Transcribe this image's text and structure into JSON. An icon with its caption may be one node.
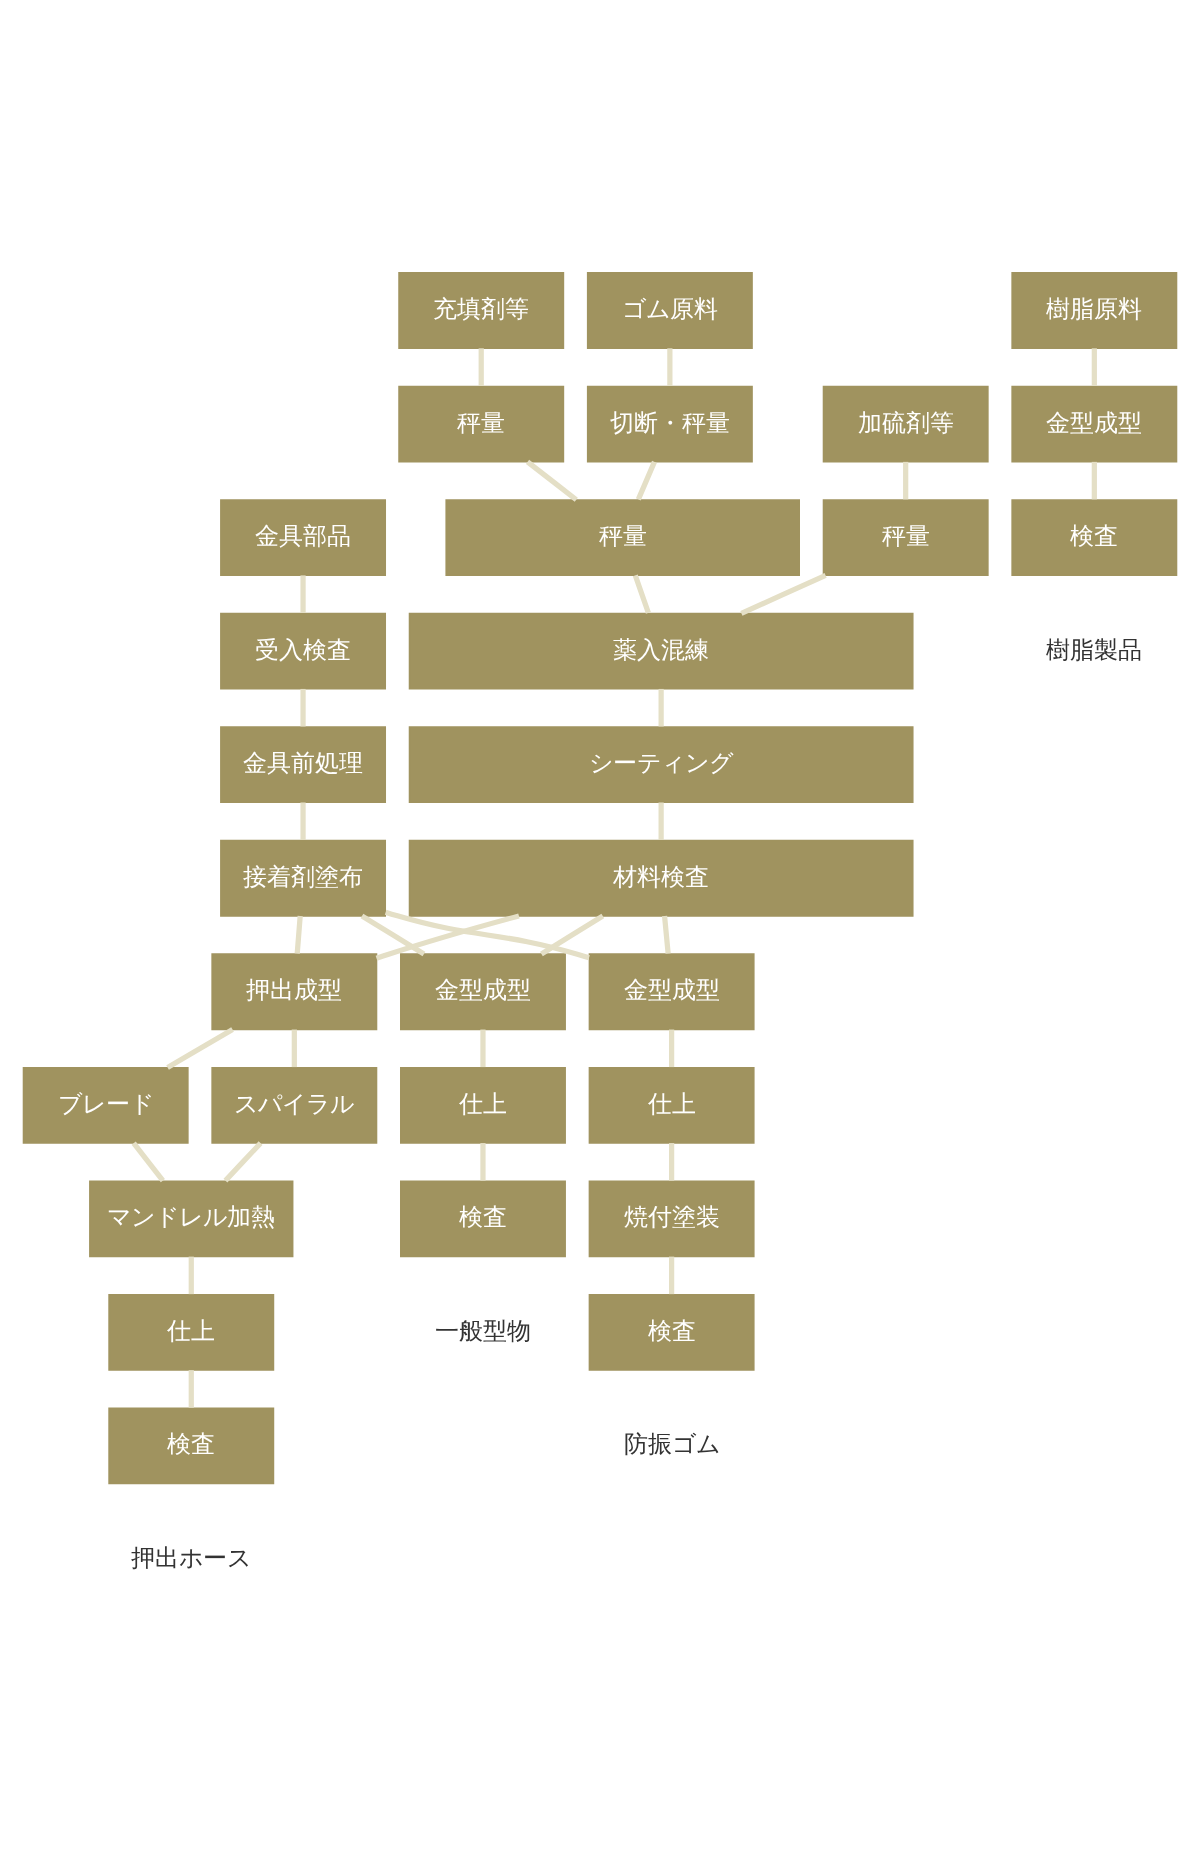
{
  "diagram": {
    "nodes": [
      {
        "text": [
          "ゴム原料"
        ]
      },
      {
        "text": [
          "充填剤等"
        ]
      },
      {
        "text": [
          "加硫剤等"
        ]
      },
      {
        "text": [
          "金具部品"
        ]
      },
      {
        "text": [
          "樹脂原料"
        ]
      },
      {
        "text": [
          "切断・秤量"
        ]
      },
      {
        "text": [
          "秤量"
        ]
      },
      {
        "text": [
          "秤量"
        ]
      },
      {
        "text": [
          "受入検査"
        ]
      },
      {
        "text": [
          "秤量"
        ]
      },
      {
        "text": [
          "薬入混練"
        ]
      },
      {
        "text": [
          "金具前処理"
        ]
      },
      {
        "text": [
          "シーティング"
        ]
      },
      {
        "text": [
          "接着剤塗布"
        ]
      },
      {
        "text": [
          "材料検査"
        ]
      },
      {
        "text": [
          "押出成型"
        ]
      },
      {
        "text": [
          "金型成型"
        ]
      },
      {
        "text": [
          "金型成型"
        ]
      },
      {
        "text": [
          "金型成型"
        ]
      },
      {
        "text": [
          "ブレード"
        ]
      },
      {
        "text": [
          "スパイラル"
        ]
      },
      {
        "text": [
          "マンドレル加熱"
        ]
      },
      {
        "text": [
          "仕上"
        ]
      },
      {
        "text": [
          "仕上"
        ]
      },
      {
        "text": [
          "仕上"
        ]
      },
      {
        "text": [
          "焼付塗装"
        ]
      },
      {
        "text": [
          "検査"
        ],
        "beside": [
          "押出ホース"
        ]
      },
      {
        "text": [
          "検査"
        ],
        "beside": [
          "一般型物"
        ]
      },
      {
        "text": [
          "検査"
        ],
        "beside": [
          "防振ゴム"
        ]
      },
      {
        "text": [
          "検査"
        ],
        "beside": [
          "樹脂製品"
        ]
      }
    ],
    "edges": [
      {
        "from": 0,
        "to": 5,
        "arrow": "none"
      },
      {
        "from": 1,
        "to": 6,
        "arrow": "none"
      },
      {
        "from": 2,
        "to": 7,
        "arrow": "none"
      },
      {
        "from": 3,
        "to": 8,
        "arrow": "none"
      },
      {
        "from": 5,
        "to": 9,
        "arrow": "none"
      },
      {
        "from": 6,
        "to": 9,
        "arrow": "none"
      },
      {
        "from": 9,
        "to": 10,
        "arrow": "none"
      },
      {
        "from": 7,
        "to": 10,
        "arrow": "none"
      },
      {
        "from": 8,
        "to": 11,
        "arrow": "none"
      },
      {
        "from": 10,
        "to": 12,
        "arrow": "none"
      },
      {
        "from": 11,
        "to": 13,
        "arrow": "none"
      },
      {
        "from": 12,
        "to": 14,
        "arrow": "none"
      },
      {
        "from": 14,
        "to": 15,
        "arrow": "none"
      },
      {
        "from": 14,
        "to": 16,
        "arrow": "none"
      },
      {
        "from": 14,
        "to": 17,
        "arrow": "none"
      },
      {
        "from": 13,
        "to": 15,
        "arrow": "none"
      },
      {
        "from": 13,
        "to": 16,
        "arrow": "none"
      },
      {
        "from": 13,
        "to": 17,
        "arrow": "none"
      },
      {
        "from": 4,
        "to": 18,
        "arrow": "none"
      },
      {
        "from": 15,
        "to": 19,
        "arrow": "none"
      },
      {
        "from": 15,
        "to": 20,
        "arrow": "none"
      },
      {
        "from": 19,
        "to": 21,
        "arrow": "none"
      },
      {
        "from": 20,
        "to": 21,
        "arrow": "none"
      },
      {
        "from": 16,
        "to": 22,
        "arrow": "none"
      },
      {
        "from": 17,
        "to": 23,
        "arrow": "none"
      },
      {
        "from": 21,
        "to": 24,
        "arrow": "none"
      },
      {
        "from": 23,
        "to": 25,
        "arrow": "none"
      },
      {
        "from": 24,
        "to": 26,
        "arrow": "none"
      },
      {
        "from": 22,
        "to": 27,
        "arrow": "none"
      },
      {
        "from": 25,
        "to": 28,
        "arrow": "none"
      },
      {
        "from": 18,
        "to": 29,
        "arrow": "none"
      }
    ]
  }
}
